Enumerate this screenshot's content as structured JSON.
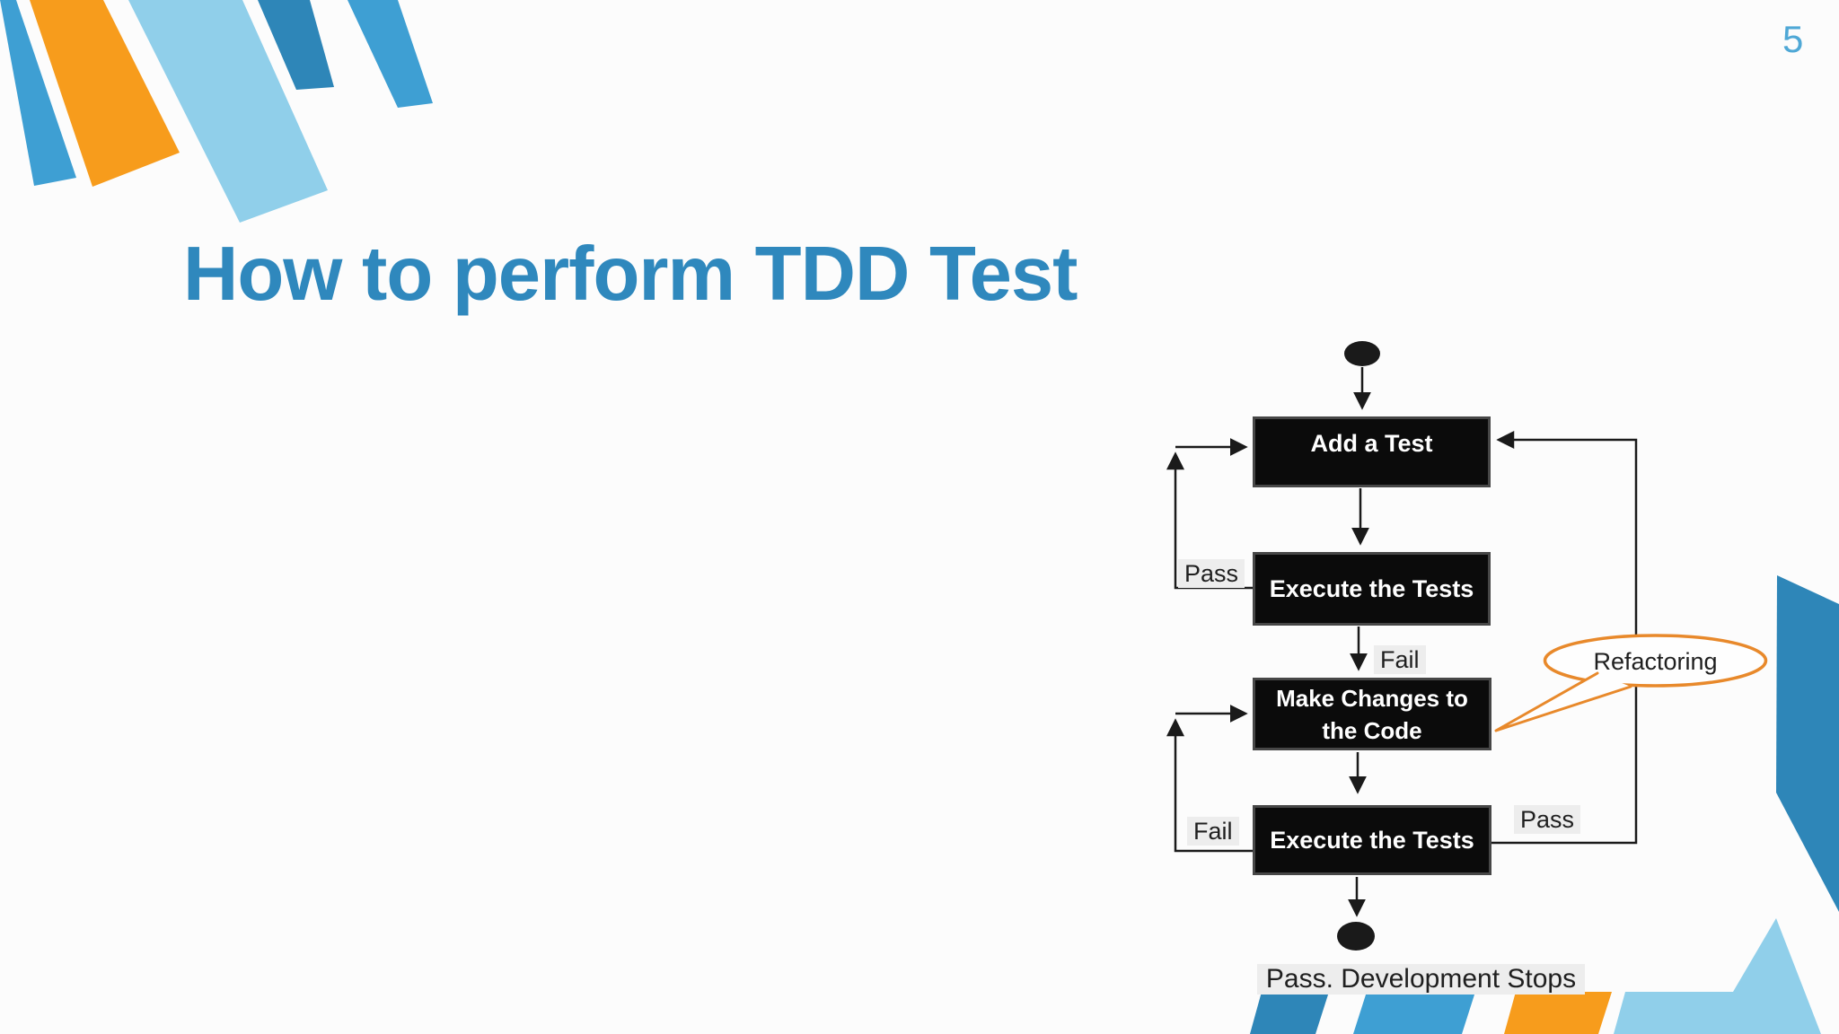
{
  "page": {
    "number": "5"
  },
  "title": {
    "text": "How to perform TDD Test"
  },
  "flowchart": {
    "nodes": [
      {
        "label": "Add a Test"
      },
      {
        "label": "Execute the Tests"
      },
      {
        "label": "Make Changes to the Code"
      },
      {
        "label": "Execute the Tests"
      }
    ],
    "edge_labels": [
      {
        "text": "Pass"
      },
      {
        "text": "Fail"
      },
      {
        "text": "Fail"
      },
      {
        "text": "Pass"
      }
    ],
    "callout": {
      "text": "Refactoring"
    },
    "end_label": "Pass. Development Stops"
  },
  "colors": {
    "background": "#fcfcfc",
    "orange": "#F79C1C",
    "blue": "#3E9FD3",
    "blue_dark": "#2E86B8",
    "blue_light": "#90CFEA",
    "title": "#2F88BD",
    "page_number": "#4FA8D6",
    "line": "#1a1a1a",
    "node_bg": "#0b0b0b",
    "node_border": "#474747",
    "node_text": "#ffffff",
    "label_text": "#1f1f1f",
    "label_bg": "#ededed",
    "callout_border": "#E8892B",
    "callout_bg": "#fefefe"
  }
}
